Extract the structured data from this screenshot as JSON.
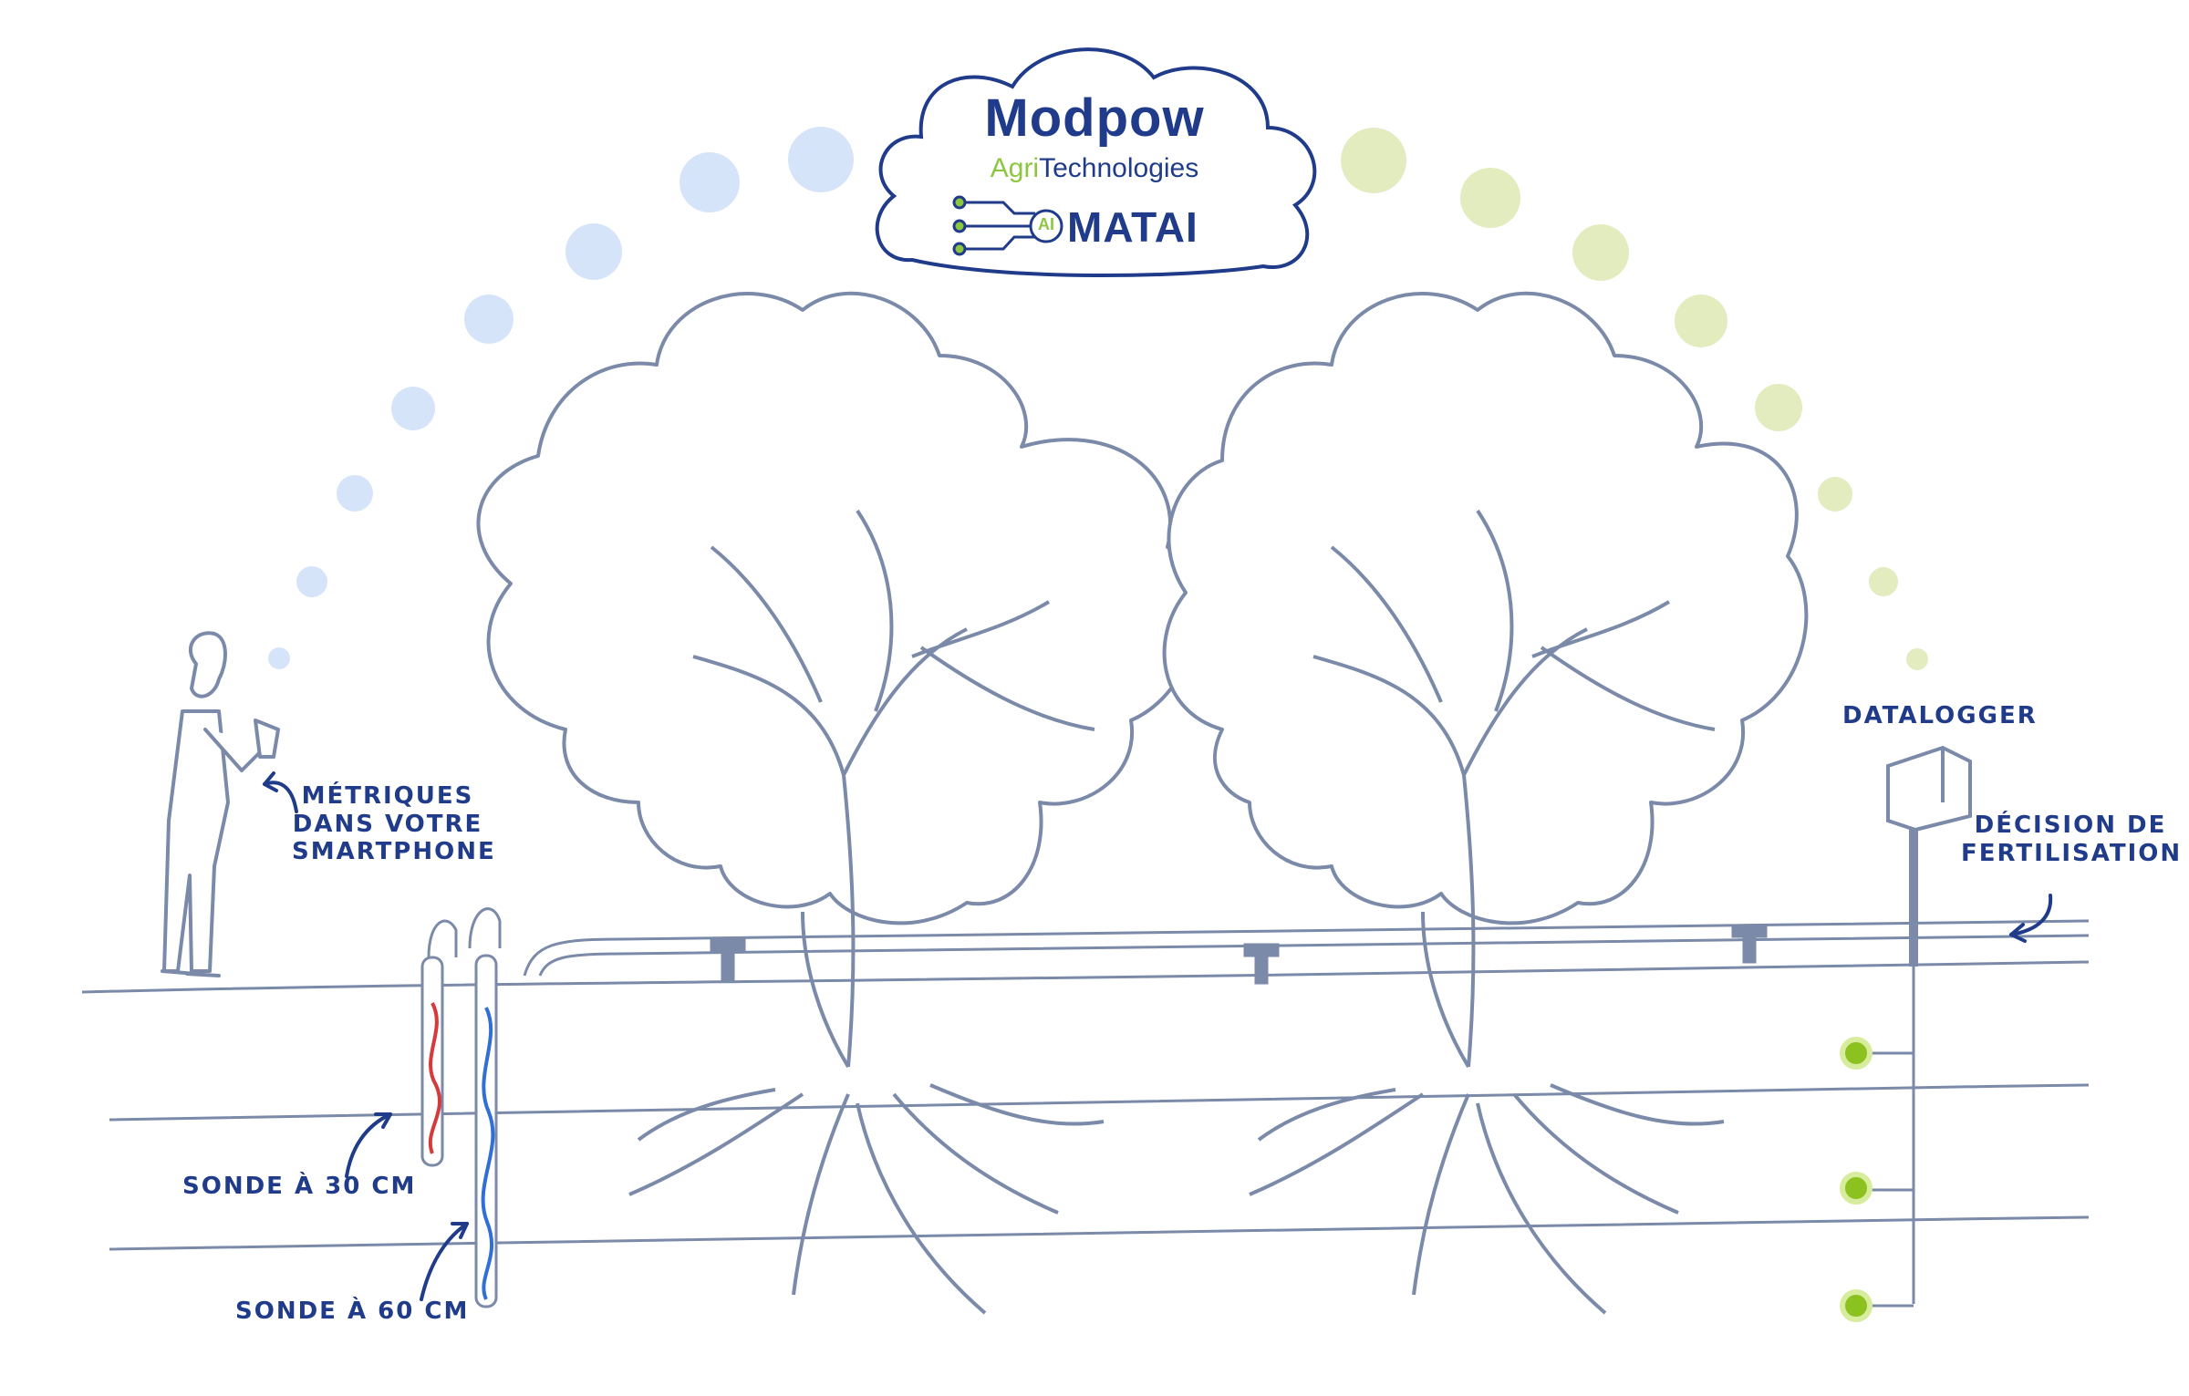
{
  "brand": {
    "name": "Modpow",
    "tagline_prefix": "Agri",
    "tagline_suffix": "Technologies",
    "product_badge": "AI",
    "product": "MATAI"
  },
  "labels": {
    "metrics_line1": "MÉTRIQUES",
    "metrics_line2": "DANS VOTRE",
    "metrics_line3": "SMARTPHONE",
    "datalogger": "DATALOGGER",
    "decision_line1": "DÉCISION DE",
    "decision_line2": "FERTILISATION",
    "probe_30": "SONDE À 30 CM",
    "probe_60": "SONDE À 60 CM"
  },
  "colors": {
    "ink": "#1f3b8a",
    "sketch": "#7a8aa8",
    "brand_green": "#8dc63f",
    "bubble_blue": "#d6e4fa",
    "bubble_green": "#e2ecbf",
    "sensor_green": "#8cc21f",
    "probe_red": "#d63b3b",
    "probe_blue": "#2f6fd6"
  },
  "icons": [
    "person-icon",
    "cloud-icon",
    "circuit-icon",
    "tree-icon",
    "datalogger-box-icon",
    "sensor-node-icon",
    "soil-probe-icon",
    "arrow-icon"
  ]
}
